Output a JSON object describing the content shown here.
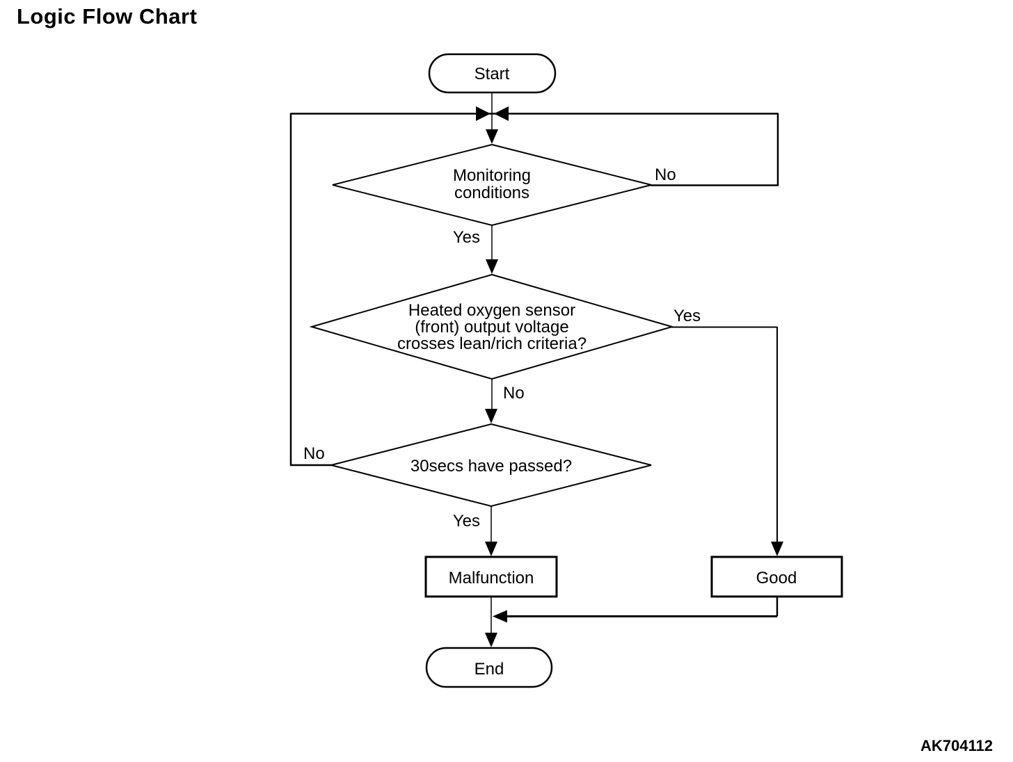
{
  "page": {
    "title": "Logic Flow Chart",
    "figure_id": "AK704112",
    "background_color": "#ffffff",
    "line_color": "#000000",
    "text_color": "#000000"
  },
  "flowchart": {
    "nodes": {
      "start": {
        "type": "terminator",
        "label": "Start"
      },
      "monitoring": {
        "type": "decision",
        "lines": [
          "Monitoring",
          "conditions"
        ]
      },
      "sensor": {
        "type": "decision",
        "lines": [
          "Heated oxygen sensor",
          "(front) output voltage",
          "crosses lean/rich criteria?"
        ]
      },
      "timer": {
        "type": "decision",
        "label": "30secs have passed?"
      },
      "malfunction": {
        "type": "process",
        "label": "Malfunction"
      },
      "good": {
        "type": "process",
        "label": "Good"
      },
      "end": {
        "type": "terminator",
        "label": "End"
      }
    },
    "edges": [
      {
        "from": "start",
        "to": "monitoring",
        "label": ""
      },
      {
        "from": "monitoring",
        "to": "junction-loop-top",
        "label": "No"
      },
      {
        "from": "monitoring",
        "to": "sensor",
        "label": "Yes"
      },
      {
        "from": "sensor",
        "to": "good",
        "label": "Yes"
      },
      {
        "from": "sensor",
        "to": "timer",
        "label": "No"
      },
      {
        "from": "timer",
        "to": "junction-loop-top",
        "label": "No"
      },
      {
        "from": "timer",
        "to": "malfunction",
        "label": "Yes"
      },
      {
        "from": "malfunction",
        "to": "end",
        "label": ""
      },
      {
        "from": "good",
        "to": "end",
        "label": ""
      }
    ]
  }
}
